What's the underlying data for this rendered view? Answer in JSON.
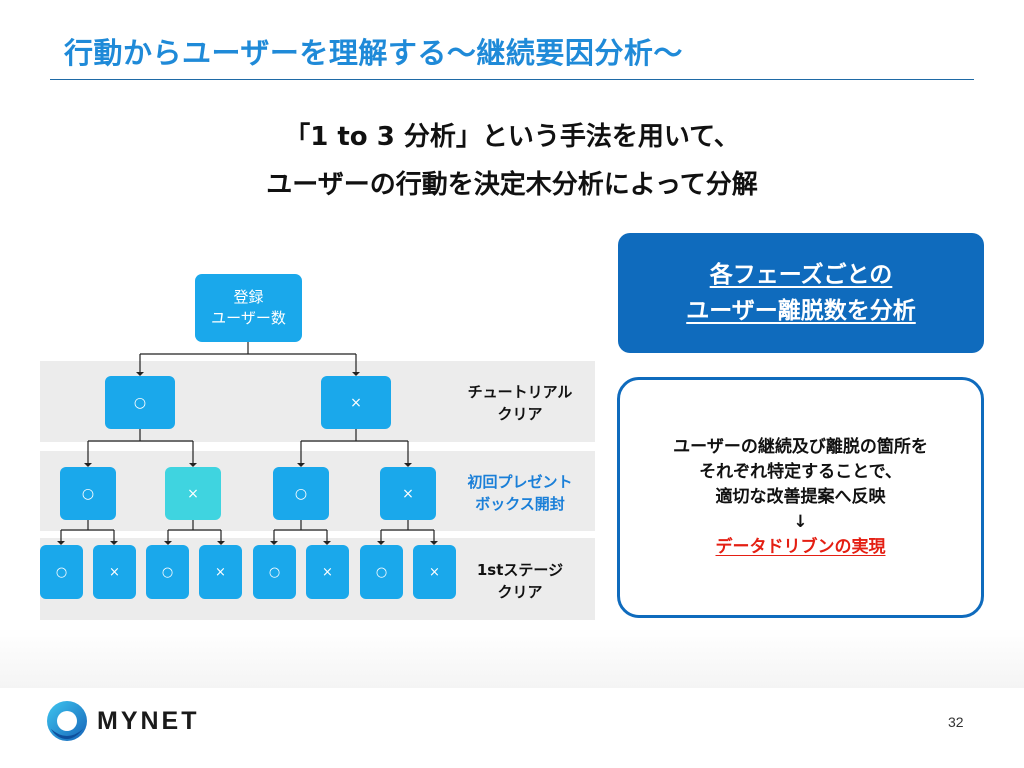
{
  "slide": {
    "title": "行動からユーザーを理解する〜継続要因分析〜",
    "subtitle_line1": "「1 to 3 分析」という手法を用いて、",
    "subtitle_line2": "ユーザーの行動を決定木分析によって分解",
    "page_number": "32"
  },
  "tree": {
    "root_line1": "登録",
    "root_line2": "ユーザー数",
    "level1": [
      "○",
      "×"
    ],
    "level2": [
      "○",
      "×",
      "○",
      "×"
    ],
    "level3": [
      "○",
      "×",
      "○",
      "×",
      "○",
      "×",
      "○",
      "×"
    ],
    "labels": {
      "level1_line1": "チュートリアル",
      "level1_line2": "クリア",
      "level2_line1": "初回プレゼント",
      "level2_line2": "ボックス開封",
      "level3_line1": "1stステージ",
      "level3_line2": "クリア"
    }
  },
  "callout": {
    "line1": "各フェーズごとの",
    "line2": "ユーザー離脱数を分析"
  },
  "insight": {
    "line1": "ユーザーの継続及び離脱の箇所を",
    "line2": "それぞれ特定することで、",
    "line3": "適切な改善提案へ反映",
    "arrow": "↓",
    "highlight": "データドリブンの実現"
  },
  "logo": {
    "text": "MYNET"
  },
  "colors": {
    "title": "#1f8ad8",
    "node": "#1aa8eb",
    "node_alt": "#3fd4e0",
    "callout_bg": "#0f6bbd",
    "highlight": "#e41f13",
    "band": "#ececec"
  }
}
